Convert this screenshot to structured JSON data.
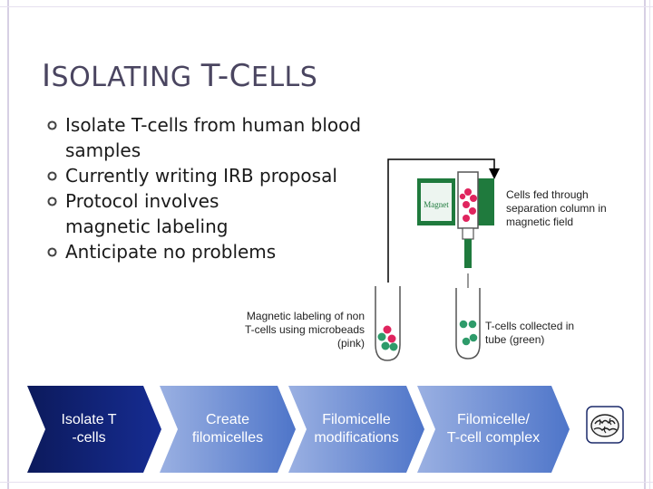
{
  "slide": {
    "title_initial": "I",
    "title_rest_1": "SOLATING ",
    "title_initial_2": "T",
    "title_dash": "-",
    "title_initial_3": "C",
    "title_rest_2": "ELLS"
  },
  "bullets": [
    "Isolate T-cells from human blood samples",
    "Currently writing IRB proposal",
    "Protocol involves magnetic labeling",
    "Anticipate no problems"
  ],
  "diagram": {
    "magnet_label": "Magnet",
    "caption_separation": "Cells fed through separation column in magnetic field",
    "caption_labeling": "Magnetic labeling of non T-cells using microbeads (pink)",
    "caption_collected": "T-cells collected in tube (green)"
  },
  "process_steps": [
    {
      "line1": "Isolate T",
      "line2": "-cells"
    },
    {
      "line1": "Create",
      "line2": "filomicelles"
    },
    {
      "line1": "Filomicelle",
      "line2": "modifications"
    },
    {
      "line1": "Filomicelle/",
      "line2": "T-cell complex"
    }
  ],
  "colors": {
    "title": "#4a4560",
    "active_step": "#122478",
    "inactive_step": "#6c8ad3",
    "microbead_pink": "#e0245e",
    "tcell_green": "#2e9b6a",
    "magnet_green": "#1f7a3d"
  },
  "icons": {
    "bullet": "bullet-ring-icon",
    "brain": "brain-icon"
  }
}
